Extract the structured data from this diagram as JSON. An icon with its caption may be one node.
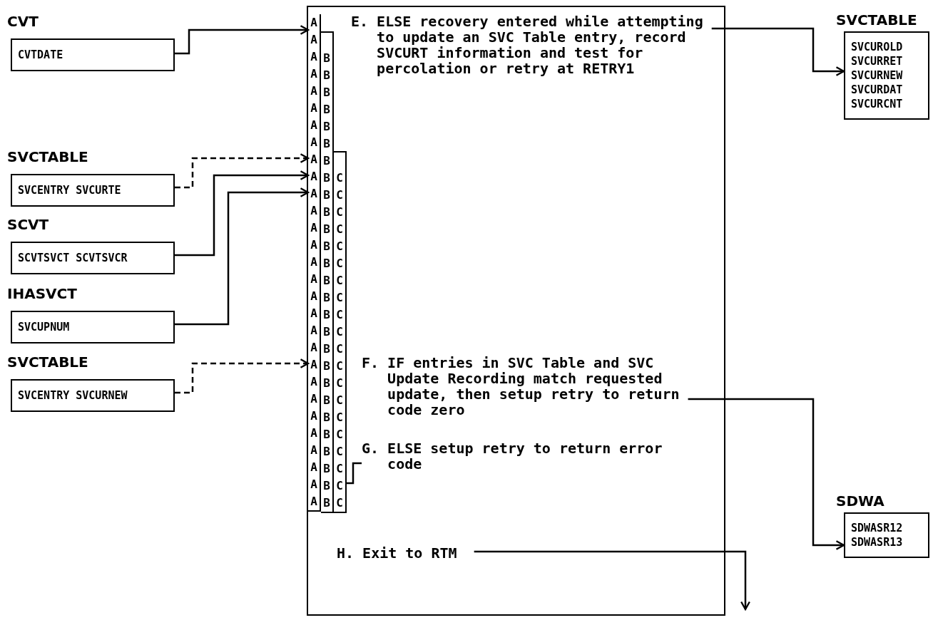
{
  "diagram": {
    "nodes": [
      {
        "text": [
          "CVT",
          "CVTDATE"
        ]
      },
      {
        "text": [
          "SVCTABLE",
          "SVCENTRY SVCURTE"
        ]
      },
      {
        "text": [
          "SCVT",
          "SCVTSVCT SCVTSVCR"
        ]
      },
      {
        "text": [
          "IHASVCT",
          "SVCUPNUM"
        ]
      },
      {
        "text": [
          "SVCTABLE",
          "SVCENTRY SVCURNEW"
        ]
      },
      {
        "text": [],
        "shape": "box"
      },
      {
        "text": [
          "A A A A A A A A A A A A A A A A A A A A A A A A A A A A A"
        ],
        "in": 5
      },
      {
        "text": [
          "B B B B B B B B B B B B B B B B B B B B B B B B B B B"
        ],
        "in": 5
      },
      {
        "text": [
          "C C C C C C C C C C C C C C C C C C C C"
        ],
        "in": 5
      },
      {
        "text": [
          "E. ELSE recovery entered while attempting to update an SVC Table entry, record SVCURT information and test for percolation or retry at RETRY1"
        ],
        "in": 5
      },
      {
        "text": [
          "F. IF entries in SVC Table and SVC Update Recording match requested update, then setup retry to return code zero"
        ],
        "in": 5
      },
      {
        "text": [
          "G. ELSE setup retry to return error code"
        ],
        "in": 5
      },
      {
        "text": [
          "H. Exit to RTM"
        ],
        "in": 5
      },
      {
        "text": [
          "SVCTABLE",
          "SVCUROLD SVCURRET SVCURNEW SVCURDAT SVCURCNT"
        ]
      },
      {
        "text": [
          "SDWA",
          "SDWASR12 SDWASR13"
        ]
      }
    ],
    "edges": [
      {
        "from": 0,
        "to": 6,
        "arrow": "to"
      },
      {
        "from": 1,
        "to": 6,
        "arrow": "to",
        "style": "dashed"
      },
      {
        "from": 2,
        "to": 6,
        "arrow": "to"
      },
      {
        "from": 3,
        "to": 6,
        "arrow": "to"
      },
      {
        "from": 4,
        "to": 6,
        "arrow": "to",
        "style": "dashed"
      },
      {
        "from": 9,
        "to": 13,
        "arrow": "to"
      },
      {
        "from": 10,
        "to": 14,
        "arrow": "to"
      },
      {
        "from": 11,
        "to": 8,
        "arrow": "none"
      },
      {
        "from": 12,
        "to": null,
        "arrow": "to"
      }
    ]
  }
}
